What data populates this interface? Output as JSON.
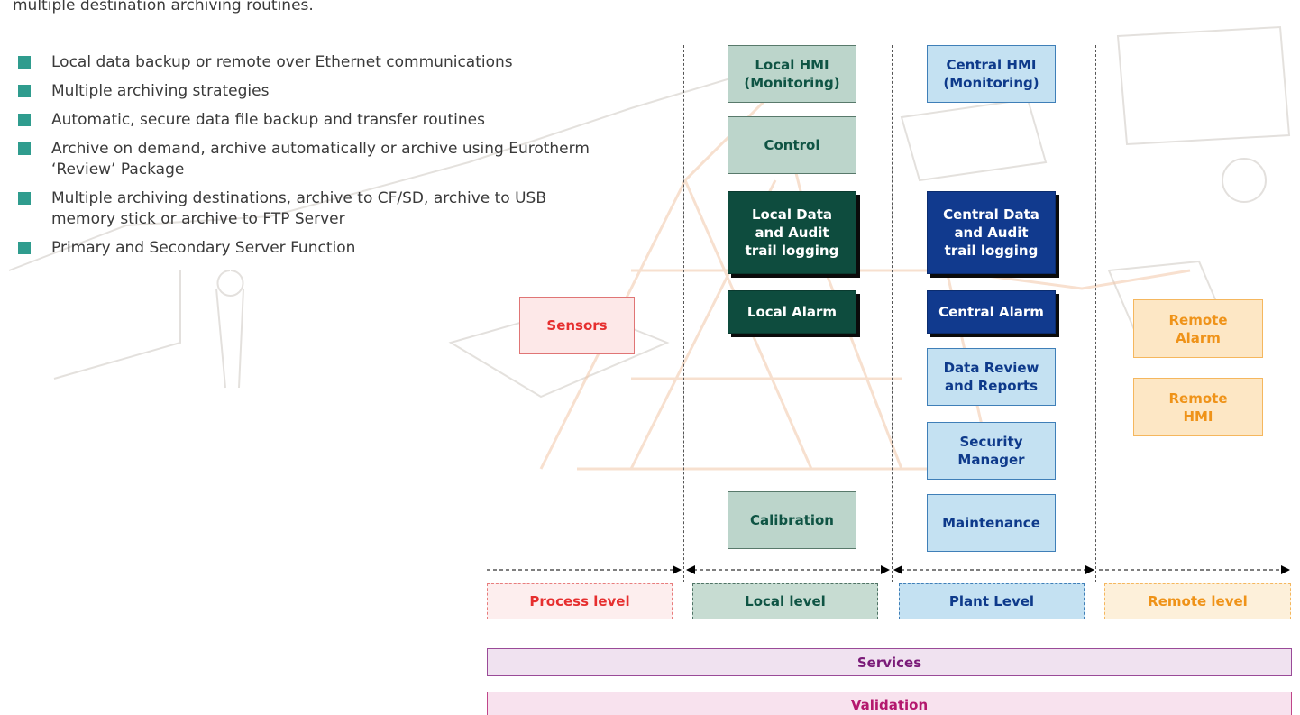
{
  "intro_text": "multiple destination archiving routines.",
  "bullets": [
    "Local data backup or remote over Ethernet communications",
    "Multiple archiving strategies",
    "Automatic, secure data file backup and transfer routines",
    "Archive on demand, archive automatically or archive using Eurotherm ‘Review’ Package",
    "Multiple archiving destinations, archive to CF/SD, archive to USB memory stick or archive to FTP Server",
    "Primary and Secondary Server Function"
  ],
  "diagram": {
    "sensors": "Sensors",
    "local": {
      "hmi": "Local HMI\n(Monitoring)",
      "control": "Control",
      "data_logging": "Local Data\nand Audit\ntrail logging",
      "alarm": "Local Alarm",
      "calibration": "Calibration"
    },
    "plant": {
      "hmi": "Central HMI\n(Monitoring)",
      "data_logging": "Central Data\nand Audit\ntrail logging",
      "alarm": "Central Alarm",
      "review": "Data Review\nand Reports",
      "security": "Security\nManager",
      "maintenance": "Maintenance"
    },
    "remote": {
      "alarm": "Remote\nAlarm",
      "hmi": "Remote\nHMI"
    },
    "levels": {
      "process": "Process level",
      "local": "Local level",
      "plant": "Plant Level",
      "remote": "Remote level"
    },
    "bands": {
      "services": "Services",
      "validation": "Validation"
    }
  },
  "colors": {
    "bullet": "#2f9c8e",
    "local_dark": "#0e4c3e",
    "local_light": "#bcd5cb",
    "plant_dark": "#113a8e",
    "plant_light": "#c4e1f2",
    "remote": "#fde7c5",
    "sensor": "#fde8e8",
    "services": "#7a1a78",
    "validation": "#b4186e"
  }
}
